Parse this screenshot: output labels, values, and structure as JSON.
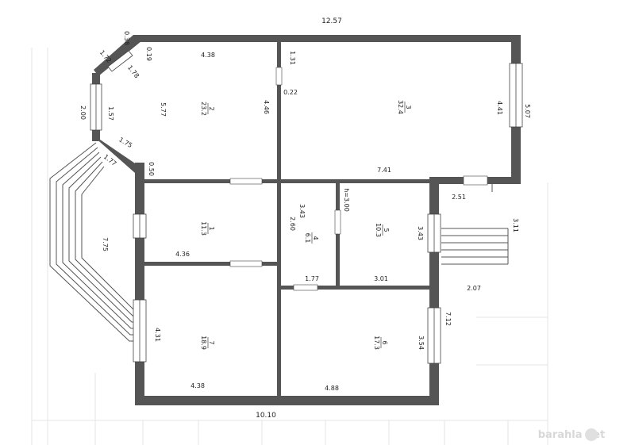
{
  "dimensions": {
    "overall_top": "12.57",
    "overall_bottom": "10.10",
    "right_upper": "5.07",
    "right_middle": "7.12",
    "left_lower": "7.75",
    "bay_a": "0.38",
    "bay_b": "1.72",
    "bay_c": "0.19",
    "bay_d": "1.78",
    "bay_e": "2.00",
    "bay_f": "1.57",
    "bay_g": "1.75",
    "bay_h": "1.77",
    "bay_i": "0.50",
    "r2_width": "4.38",
    "r2_height": "5.77",
    "r2_inner": "4.46",
    "wall_a": "1.31",
    "wall_b": "0.22",
    "r3_width": "7.41",
    "r3_height": "4.41",
    "step_a": "2.51",
    "step_b": "3.11",
    "step_c": "2.07",
    "r1_height": "2.60",
    "r1_width": "4.36",
    "r4_height": "3.43",
    "r4_width": "1.77",
    "r4_note": "h=3.00",
    "r5_height": "3.43",
    "r5_width": "3.01",
    "r7_height": "4.31",
    "r7_width": "4.38",
    "r6_height": "3.54",
    "r6_width": "4.88"
  },
  "rooms": [
    {
      "num": "1",
      "area": "11.3"
    },
    {
      "num": "2",
      "area": "23.2"
    },
    {
      "num": "3",
      "area": "32.4"
    },
    {
      "num": "4",
      "area": "6.1"
    },
    {
      "num": "5",
      "area": "10.3"
    },
    {
      "num": "6",
      "area": "17.3"
    },
    {
      "num": "7",
      "area": "18.9"
    }
  ],
  "watermark": "barahla net"
}
